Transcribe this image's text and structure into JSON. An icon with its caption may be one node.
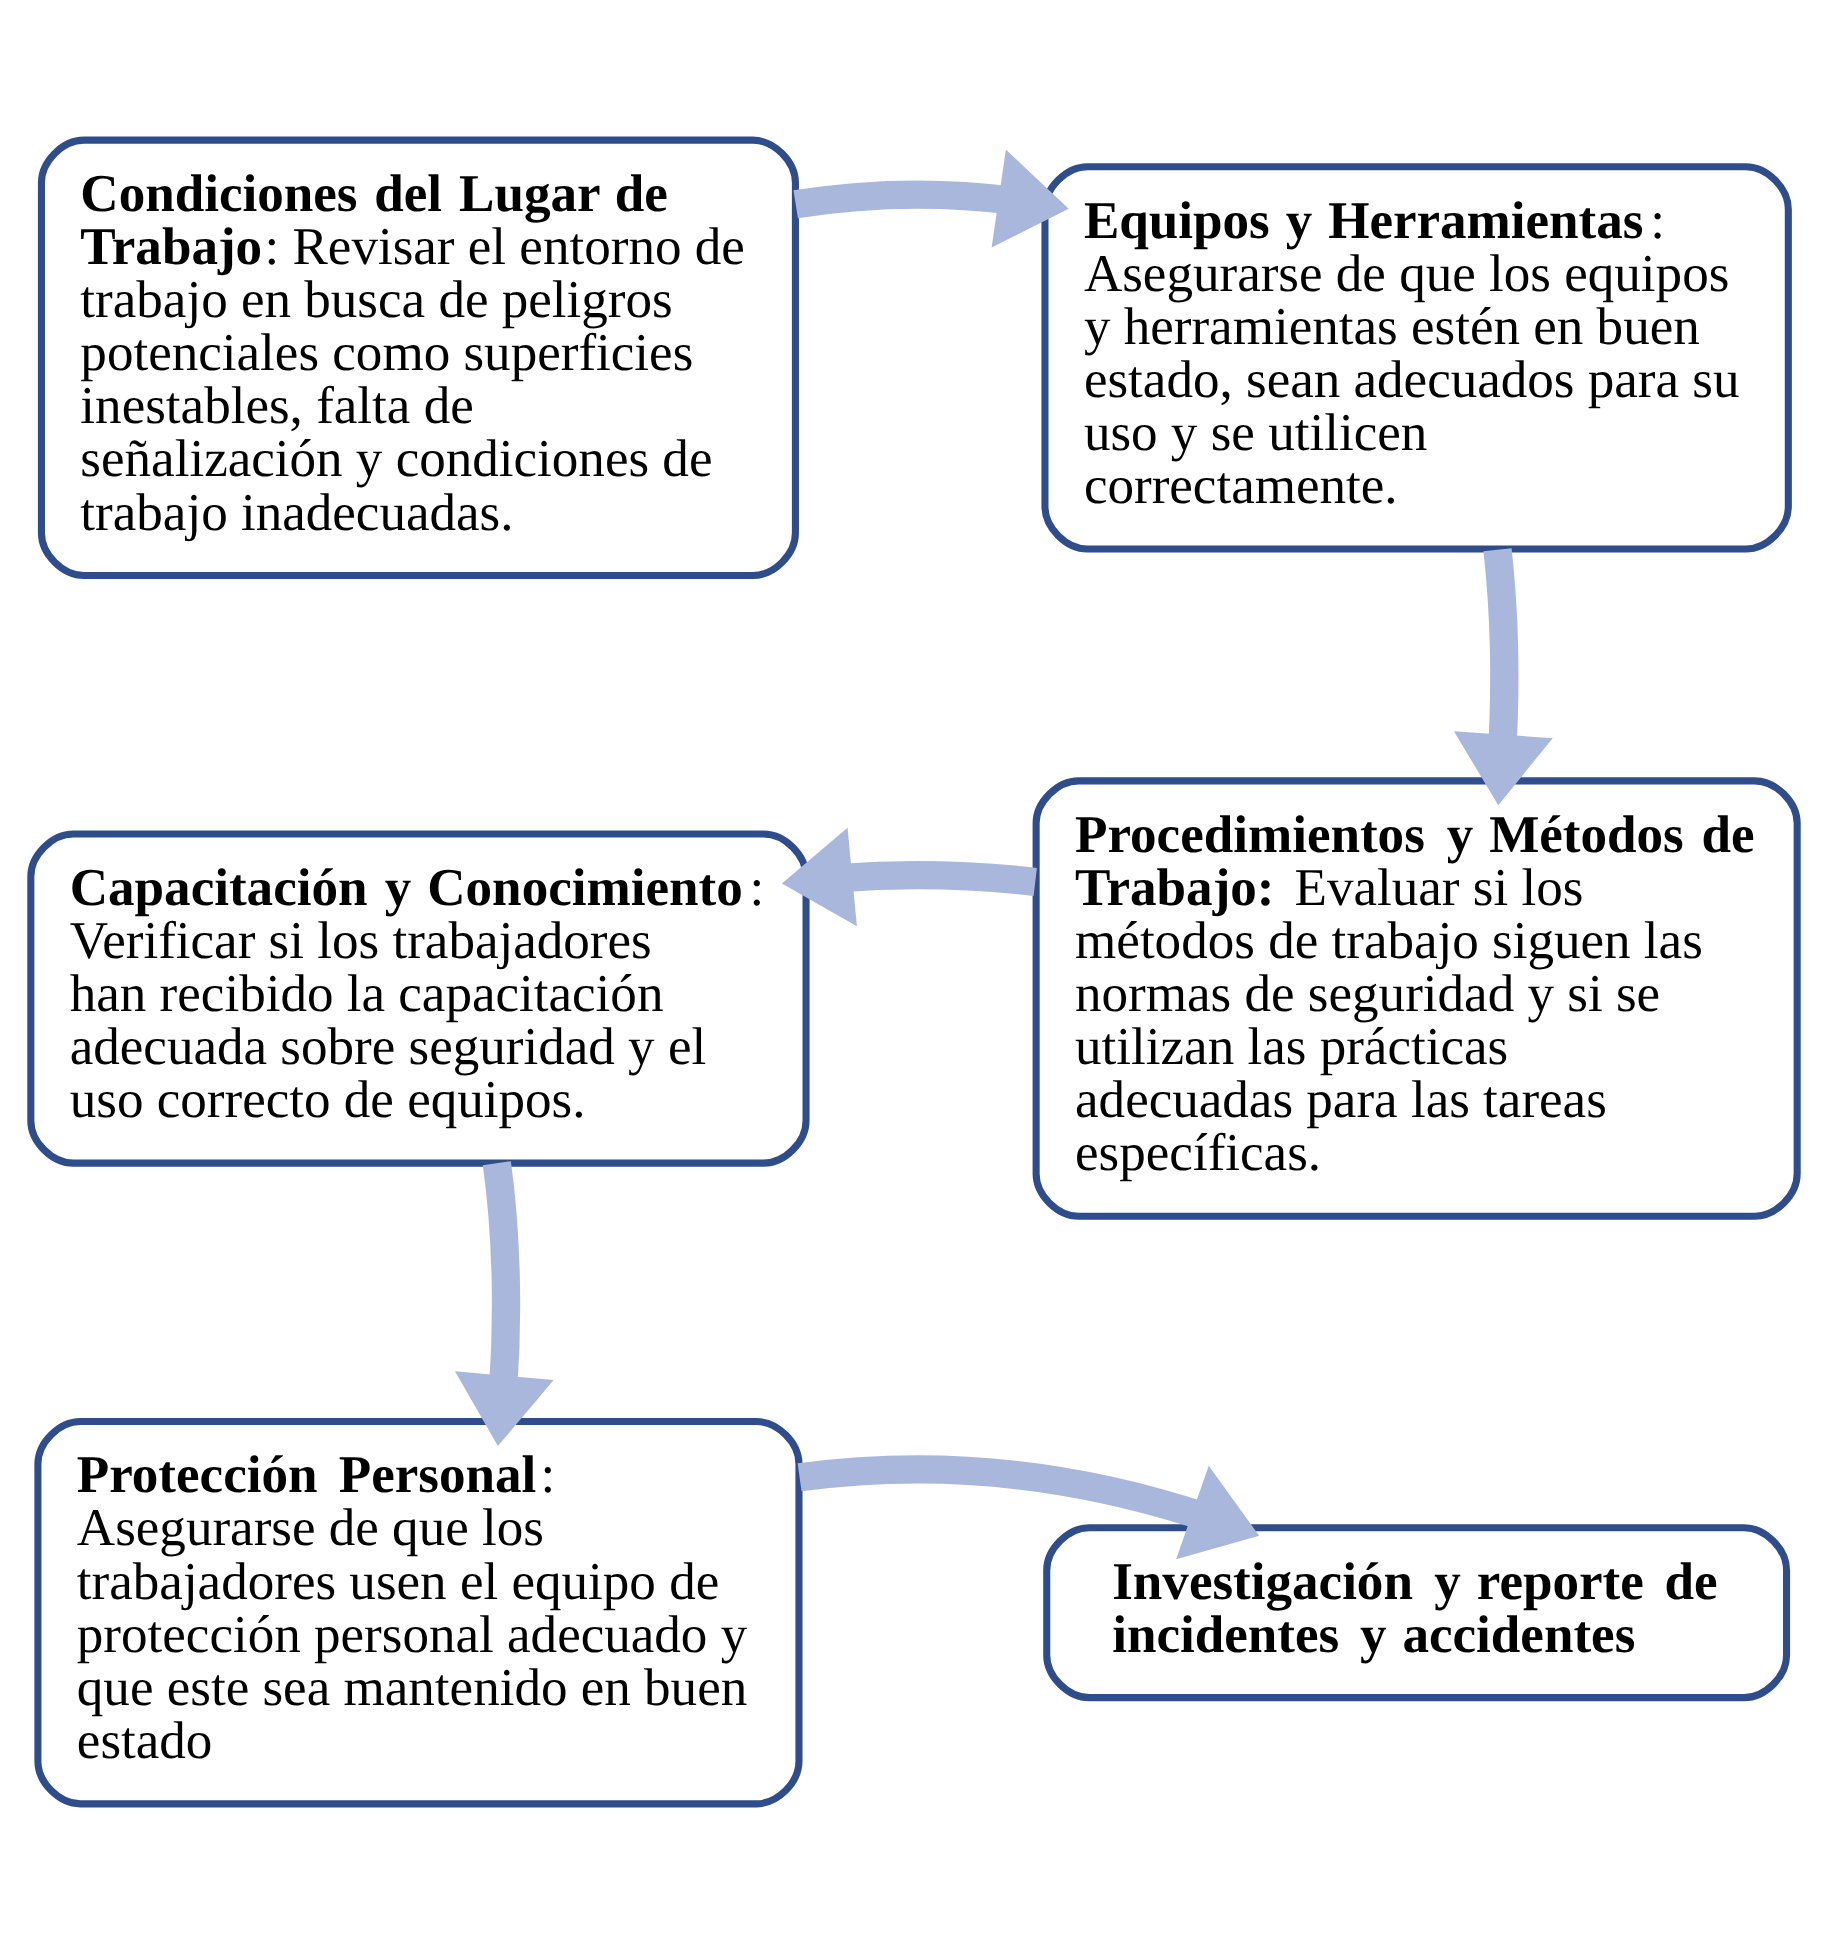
{
  "diagram": {
    "nodes": [
      {
        "text": [
          "**Condiciones del Lugar de Trabajo**: Revisar el entorno de trabajo en busca de peligros potenciales como superficies inestables, falta de señalización y condiciones de trabajo inadecuadas."
        ]
      },
      {
        "text": [
          "**Equipos y Herramientas**: Asegurarse de que los equipos y herramientas estén en buen estado, sean adecuados para su uso y se utilicen correctamente."
        ]
      },
      {
        "text": [
          "**Procedimientos y Métodos de Trabajo:** Evaluar si los métodos de trabajo siguen las normas de seguridad y si se utilizan las prácticas adecuadas para las tareas específicas."
        ]
      },
      {
        "text": [
          "**Capacitación y Conocimiento**: Verificar si los trabajadores han recibido la capacitación adecuada sobre seguridad y el uso correcto de equipos."
        ]
      },
      {
        "text": [
          "**Protección Personal**: Asegurarse de que los trabajadores usen el equipo de protección personal adecuado y que este sea mantenido en buen estado"
        ]
      },
      {
        "text": [
          "**Investigación y reporte de incidentes y accidentes**"
        ]
      }
    ],
    "edges": [
      {
        "from": 0,
        "to": 1,
        "arrow": "to"
      },
      {
        "from": 1,
        "to": 2,
        "arrow": "to"
      },
      {
        "from": 2,
        "to": 3,
        "arrow": "to"
      },
      {
        "from": 3,
        "to": 4,
        "arrow": "to"
      },
      {
        "from": 4,
        "to": 5,
        "arrow": "to"
      }
    ]
  }
}
